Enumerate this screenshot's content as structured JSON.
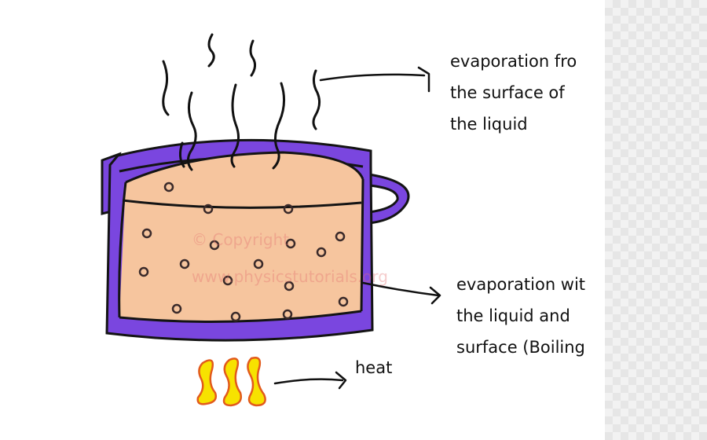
{
  "labels": {
    "evaporation_surface": [
      "evaporation fro",
      "the surface of",
      "the liquid"
    ],
    "evaporation_boiling": [
      "evaporation wit",
      "the liquid and",
      "surface (Boiling"
    ],
    "heat": "heat"
  },
  "watermark": [
    "© Copyright",
    "www.physicstutorials.org"
  ],
  "colors": {
    "pot": "#7a46df",
    "pot_outline": "#141414",
    "liquid": "#f6c59e",
    "flame_fill": "#f7e200",
    "flame_outline": "#e25a1c",
    "bubble": "#3a2a2a",
    "ink": "#111111"
  }
}
